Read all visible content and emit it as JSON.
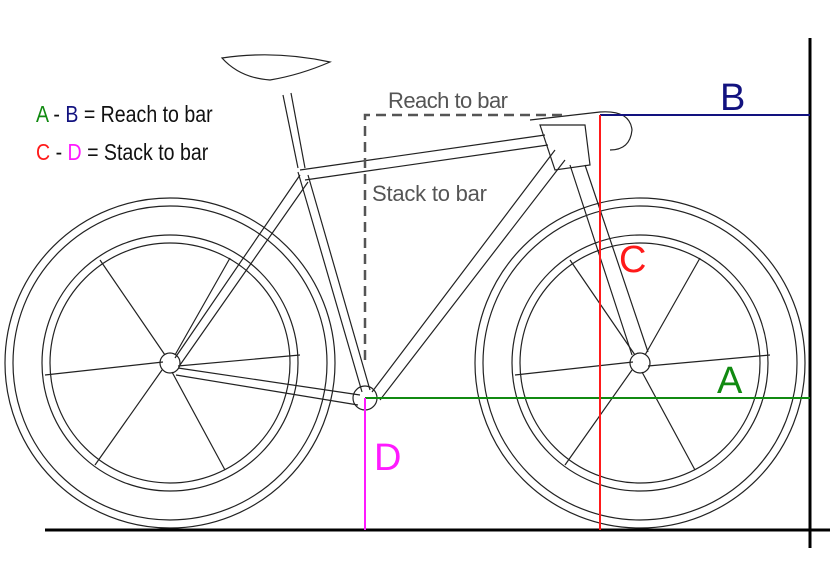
{
  "legend": [
    {
      "from": "A",
      "sep": "-",
      "to": "B",
      "eq": "= Reach to bar"
    },
    {
      "from": "C",
      "sep": "-",
      "to": "D",
      "eq": "= Stack to bar"
    }
  ],
  "labels": {
    "reach": "Reach to bar",
    "stack": "Stack to bar",
    "a": "A",
    "b": "B",
    "c": "C",
    "d": "D"
  },
  "colors": {
    "a": "#118a11",
    "b": "#12127f",
    "c": "#ff1a1a",
    "d": "#ff1aff",
    "dashed": "#555555"
  }
}
